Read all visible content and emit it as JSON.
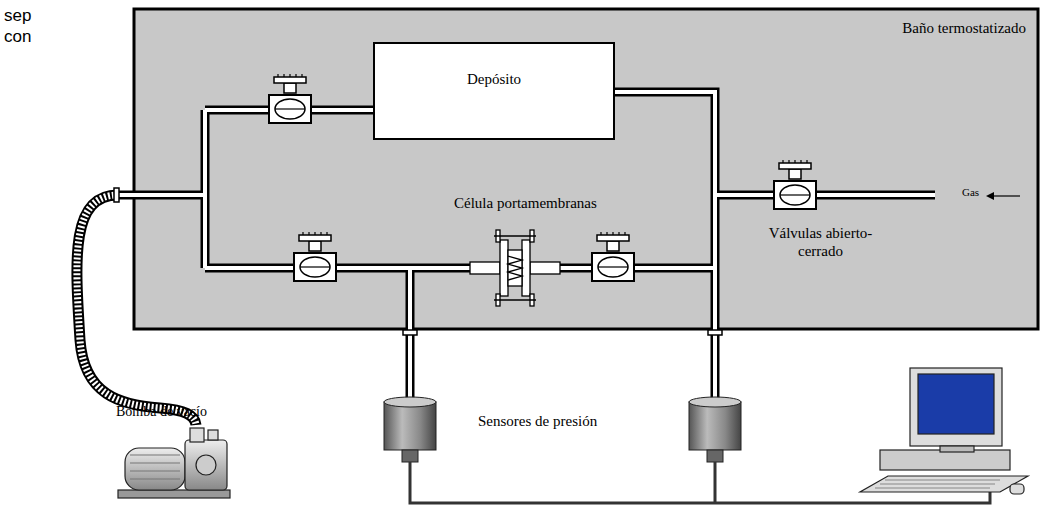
{
  "diagram": {
    "nodes": [
      {
        "text": [
          "Baño termostatizado"
        ]
      },
      {
        "text": [
          "Depósito"
        ],
        "in": 0
      }
    ],
    "labels": [
      "sep",
      "con",
      "Célula portamembranas",
      "Válvulas abierto-cerrado",
      "Gas",
      "Sensores de presión",
      "Bomba de vacío"
    ]
  }
}
